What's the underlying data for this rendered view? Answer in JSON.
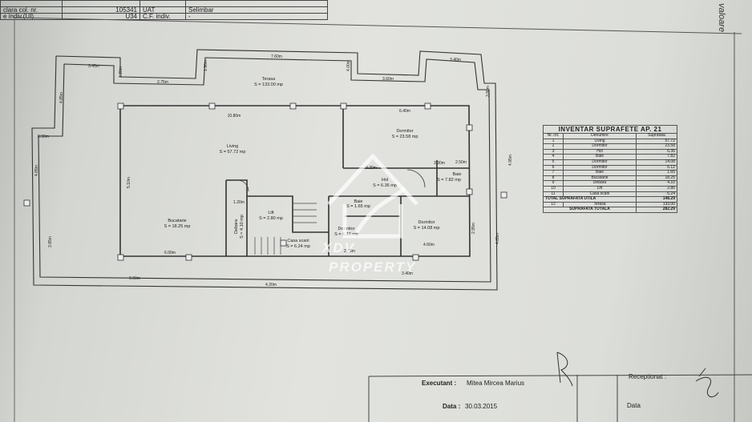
{
  "header": {
    "rows": [
      {
        "label": "",
        "value": "",
        "label2": "",
        "value2": ""
      },
      {
        "label": "clara col. nr.",
        "value": "105341",
        "label2": "UAT",
        "value2": "Selimbar"
      },
      {
        "label": "e indiv.(UI)",
        "value": "U34",
        "label2": "C.F. indiv.",
        "value2": "-"
      }
    ]
  },
  "side_text": "valoare",
  "plan": {
    "rooms": [
      {
        "name": "Terasa",
        "area": "S = 133.00 mp"
      },
      {
        "name": "Living",
        "area": "S = 57.72 mp"
      },
      {
        "name": "Dormitor",
        "area": "S = 23.58 mp"
      },
      {
        "name": "Hol",
        "area": "S = 6.36 mp"
      },
      {
        "name": "Baie",
        "area": "S = 7.82 mp"
      },
      {
        "name": "Baie",
        "area": "S = 1.65 mp"
      },
      {
        "name": "Dormitor",
        "area": "S = 14.08 mp"
      },
      {
        "name": "Dormitor",
        "area": "S = 6.12 mp"
      },
      {
        "name": "Bucatarie",
        "area": "S = 18.25 mp"
      },
      {
        "name": "Lift",
        "area": "S = 2.80 mp"
      },
      {
        "name": "Casa scarii",
        "area": "S = 6.24 mp"
      },
      {
        "name": "Debara",
        "area": "S = 4.10 mp"
      }
    ],
    "dims": [
      "3.45m",
      "7.60m",
      "3.40m",
      "2.75m",
      "1.20m",
      "3.60m",
      "6.40m",
      "10.80m",
      "1.90m",
      "4.00m",
      "4.85m",
      "3.80m",
      "0.90m",
      "4.65m",
      "5.10m",
      "4.95m",
      "3.85m",
      "4.60m",
      "9.00m",
      "4.20m",
      "6.00m",
      "2.75m",
      "3.40m",
      "3.20m",
      "2.50m",
      "4.85m",
      "3.30m",
      "1.20m",
      "2.95m"
    ]
  },
  "inventory": {
    "title": "INVENTAR SUPRAFETE AP. 21",
    "columns": [
      "Nr. crt.",
      "Denumire",
      "Suprafata"
    ],
    "rows": [
      [
        "1",
        "Living",
        "57.72"
      ],
      [
        "2",
        "Dormitor",
        "23.58"
      ],
      [
        "3",
        "Hol",
        "6.36"
      ],
      [
        "4",
        "Baie",
        "7.82"
      ],
      [
        "5",
        "Dormitor",
        "14.08"
      ],
      [
        "6",
        "Dormitor",
        "6.12"
      ],
      [
        "7",
        "Baie",
        "1.65"
      ],
      [
        "8",
        "Bucatarie",
        "18.25"
      ],
      [
        "9",
        "Debara",
        "4.10"
      ],
      [
        "10",
        "Lift",
        "2.80"
      ],
      [
        "11",
        "Casa scarii",
        "6.24"
      ]
    ],
    "total_util_label": "TOTAL SUPRAFATA UTILA",
    "total_util": "148.29",
    "terasa_nr": "12",
    "terasa_label": "Terasa",
    "terasa": "133.00",
    "total_label": "SUPRAFATA TOTALA",
    "total": "282.29"
  },
  "footer": {
    "executant_label": "Executant :",
    "executant": "Mitea Mircea Marius",
    "data_label": "Data :",
    "data": "30.03.2015",
    "receptionat_label": "Receptionat :",
    "data2_label": "Data"
  },
  "watermark": {
    "line1": "XDV",
    "line2": "PROPERTY"
  }
}
